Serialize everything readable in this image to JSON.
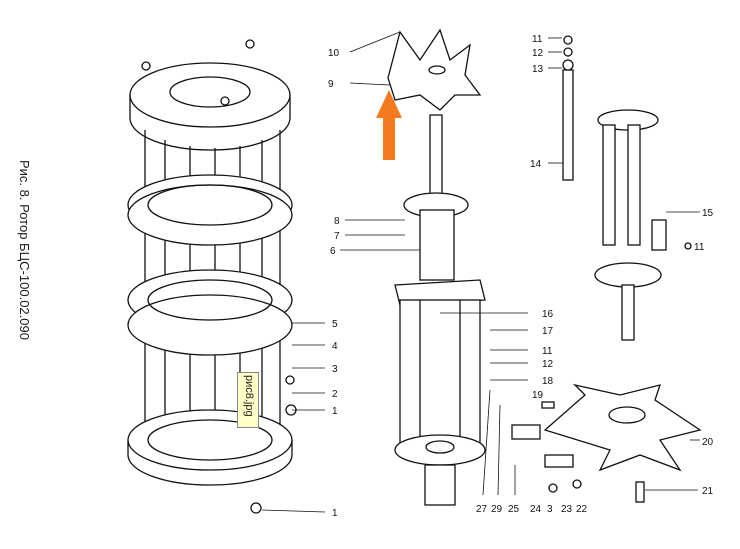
{
  "caption": "Рис. 8. Ротор БЦС-100.02.090",
  "file_label": "рис8.jpg",
  "arrow_color": "#f47a20",
  "callouts": {
    "c10": "10",
    "c9": "9",
    "c8": "8",
    "c7": "7",
    "c6": "6",
    "c5": "5",
    "c4": "4",
    "c3": "3",
    "c2": "2",
    "c1a": "1",
    "c1b": "1",
    "c11a": "11",
    "c12a": "12",
    "c13": "13",
    "c14": "14",
    "c15": "15",
    "c11b": "11",
    "c16": "16",
    "c17": "17",
    "c11c": "11",
    "c12b": "12",
    "c18": "18",
    "c19": "19",
    "c20": "20",
    "c21": "21",
    "c27": "27",
    "c29": "29",
    "c25": "25",
    "c24": "24",
    "c3b": "3",
    "c23": "23",
    "c22": "22"
  }
}
